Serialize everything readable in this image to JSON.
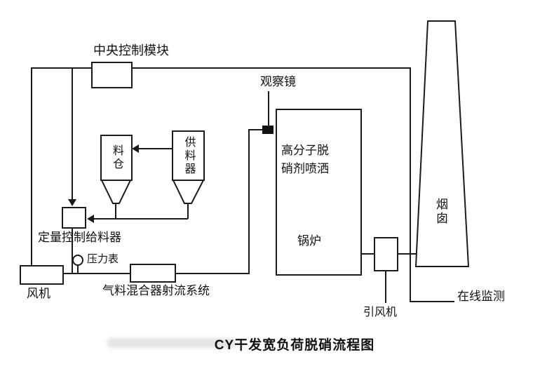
{
  "diagram": {
    "title": "CY干发宽负荷脱硝流程图",
    "nodes": {
      "central_control": "中央控制模块",
      "observation_mirror": "观察镜",
      "silo": "料仓",
      "supply_feeder": "供料器",
      "polymer_spray": "高分子脱硝剂喷洒",
      "boiler": "锅炉",
      "chimney": "烟囱",
      "quantitative_feeder": "定量控制给料器",
      "pressure_gauge": "压力表",
      "fan": "风机",
      "mixer_jet_system": "气料混合器射流系统",
      "induced_draft_fan": "引风机",
      "online_monitoring": "在线监测"
    },
    "colors": {
      "line": "#1a1a1a",
      "spray_bar": "#ababab",
      "injection_port": "#111111",
      "background": "#ffffff"
    }
  }
}
